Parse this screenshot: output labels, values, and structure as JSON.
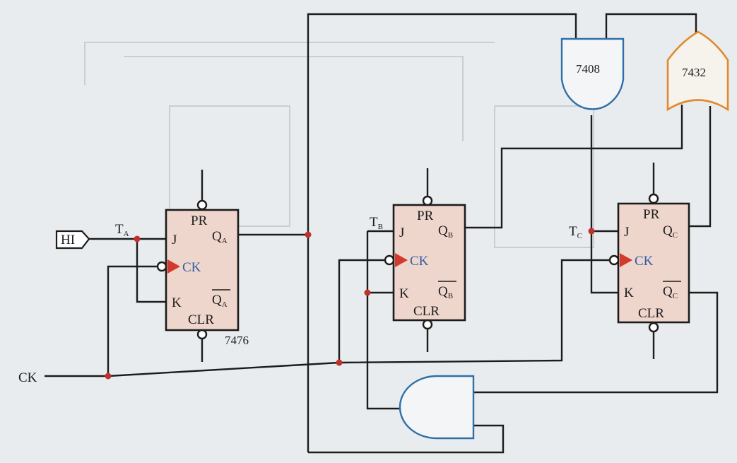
{
  "input": {
    "hi_label": "HI",
    "clock_label": "CK"
  },
  "taps": {
    "ta": "T",
    "ta_sub": "A",
    "tb": "T",
    "tb_sub": "B",
    "tc": "T",
    "tc_sub": "C"
  },
  "flipflop_a": {
    "pr": "PR",
    "j": "J",
    "k": "K",
    "ck": "CK",
    "clr": "CLR",
    "q": "Q",
    "q_sub": "A",
    "qbar": "Q",
    "qbar_sub": "A",
    "chip": "7476"
  },
  "flipflop_b": {
    "pr": "PR",
    "j": "J",
    "k": "K",
    "ck": "CK",
    "clr": "CLR",
    "q": "Q",
    "q_sub": "B",
    "qbar": "Q",
    "qbar_sub": "B"
  },
  "flipflop_c": {
    "pr": "PR",
    "j": "J",
    "k": "K",
    "ck": "CK",
    "clr": "CLR",
    "q": "Q",
    "q_sub": "C",
    "qbar": "Q",
    "qbar_sub": "C"
  },
  "gates": {
    "and_top_chip": "7408",
    "or_chip": "7432"
  },
  "colors": {
    "wire": "#1c1c1c",
    "junction": "#c0302d",
    "flipflop_fill": "#efd6cd",
    "clock_triangle": "#d23a2e",
    "and_gate_outline": "#2f6fa8",
    "or_gate_outline": "#e08a2e"
  }
}
